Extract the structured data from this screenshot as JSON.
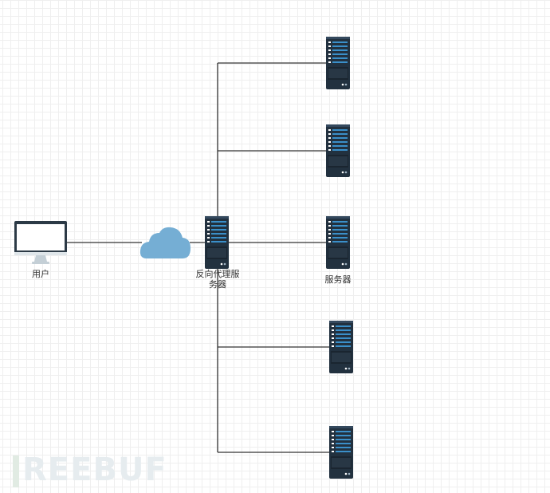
{
  "nodes": {
    "user": {
      "label": "用户",
      "icon": "monitor-icon"
    },
    "cloud": {
      "icon": "cloud-icon"
    },
    "proxy": {
      "label_line1": "反向代理服",
      "label_line2": "务器",
      "icon": "server-rack-icon"
    },
    "servers": [
      {
        "label": "",
        "icon": "server-rack-icon"
      },
      {
        "label": "",
        "icon": "server-rack-icon"
      },
      {
        "label": "服务器",
        "icon": "server-rack-icon"
      },
      {
        "label": "",
        "icon": "server-rack-icon"
      },
      {
        "label": "",
        "icon": "server-rack-icon"
      }
    ]
  },
  "edges": [
    {
      "from": "user",
      "to": "cloud"
    },
    {
      "from": "cloud",
      "to": "proxy"
    },
    {
      "from": "proxy",
      "to": "servers.0"
    },
    {
      "from": "proxy",
      "to": "servers.1"
    },
    {
      "from": "proxy",
      "to": "servers.2"
    },
    {
      "from": "proxy",
      "to": "servers.3"
    },
    {
      "from": "proxy",
      "to": "servers.4"
    }
  ],
  "watermark": {
    "text": "REEBUF"
  },
  "colors": {
    "line": "#333333",
    "server_body": "#22313f",
    "server_panel": "#2e86c1",
    "cloud": "#75aed4",
    "monitor_frame": "#2c3a46",
    "watermark": "#e6ecef"
  }
}
